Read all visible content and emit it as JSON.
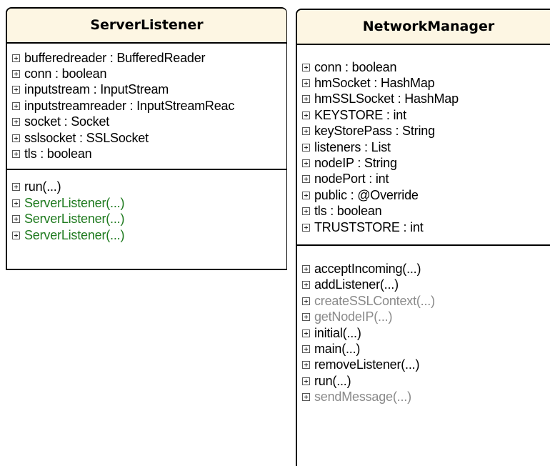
{
  "colors": {
    "title_bg": "#fdf6e3",
    "constructor": "#1e7a1e",
    "private_method": "#8a8a8a",
    "normal": "#000000"
  },
  "classes": [
    {
      "name": "ServerListener",
      "attributes": [
        {
          "text": "bufferedreader : BufferedReader",
          "style": "normal"
        },
        {
          "text": "conn : boolean",
          "style": "normal"
        },
        {
          "text": "inputstream : InputStream",
          "style": "normal"
        },
        {
          "text": "inputstreamreader : InputStreamReac",
          "style": "normal"
        },
        {
          "text": "socket : Socket",
          "style": "normal"
        },
        {
          "text": "sslsocket : SSLSocket",
          "style": "normal"
        },
        {
          "text": "tls : boolean",
          "style": "normal"
        }
      ],
      "methods": [
        {
          "text": "run(...)",
          "style": "normal"
        },
        {
          "text": "ServerListener(...)",
          "style": "ctor"
        },
        {
          "text": "ServerListener(...)",
          "style": "ctor"
        },
        {
          "text": "ServerListener(...)",
          "style": "ctor"
        }
      ]
    },
    {
      "name": "NetworkManager",
      "attributes": [
        {
          "text": "conn : boolean",
          "style": "normal"
        },
        {
          "text": "hmSocket : HashMap",
          "style": "normal"
        },
        {
          "text": "hmSSLSocket : HashMap",
          "style": "normal"
        },
        {
          "text": "KEYSTORE : int",
          "style": "normal"
        },
        {
          "text": "keyStorePass : String",
          "style": "normal"
        },
        {
          "text": "listeners : List",
          "style": "normal"
        },
        {
          "text": "nodeIP : String",
          "style": "normal"
        },
        {
          "text": "nodePort : int",
          "style": "normal"
        },
        {
          "text": "public : @Override",
          "style": "normal"
        },
        {
          "text": "tls : boolean",
          "style": "normal"
        },
        {
          "text": "TRUSTSTORE : int",
          "style": "normal"
        }
      ],
      "methods": [
        {
          "text": "acceptIncoming(...)",
          "style": "normal"
        },
        {
          "text": "addListener(...)",
          "style": "normal"
        },
        {
          "text": "createSSLContext(...)",
          "style": "private"
        },
        {
          "text": "getNodeIP(...)",
          "style": "private"
        },
        {
          "text": "initial(...)",
          "style": "normal"
        },
        {
          "text": "main(...)",
          "style": "normal"
        },
        {
          "text": "removeListener(...)",
          "style": "normal"
        },
        {
          "text": "run(...)",
          "style": "normal"
        },
        {
          "text": "sendMessage(...)",
          "style": "private"
        }
      ]
    }
  ]
}
